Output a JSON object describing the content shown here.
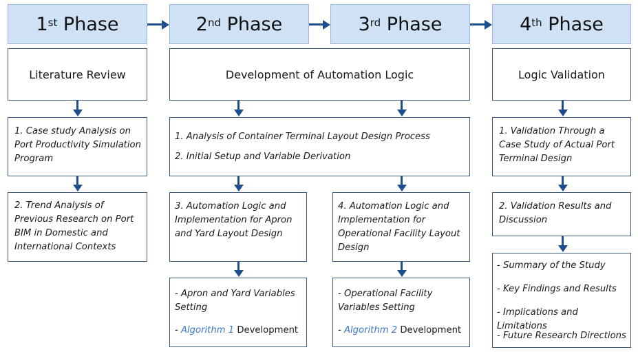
{
  "phases": [
    {
      "num": "1",
      "sup": "st",
      "word": "Phase"
    },
    {
      "num": "2",
      "sup": "nd",
      "word": "Phase"
    },
    {
      "num": "3",
      "sup": "rd",
      "word": "Phase"
    },
    {
      "num": "4",
      "sup": "th",
      "word": "Phase"
    }
  ],
  "headers": {
    "p1": "Literature Review",
    "p23": "Development of Automation Logic",
    "p4": "Logic Validation"
  },
  "p1": {
    "step1": "1. Case study Analysis on Port Productivity Simulation Program",
    "step2": "2. Trend Analysis of Previous Research on Port BIM in Domestic and International Contexts"
  },
  "p23": {
    "step1": "1. Analysis of Container Terminal Layout Design Process",
    "step2": "2. Initial Setup and Variable Derivation",
    "step3": "3. Automation Logic and Implementation for Apron and Yard Layout Design",
    "step4": "4. Automation Logic and Implementation for Operational Facility Layout Design",
    "left_var": "- Apron and Yard Variables Setting",
    "left_dash": "- ",
    "left_alg": "Algorithm 1",
    "left_dev": " Development",
    "right_var": "- Operational Facility Variables Setting",
    "right_dash": "- ",
    "right_alg": "Algorithm 2",
    "right_dev": " Development"
  },
  "p4": {
    "step1": "1. Validation Through a Case Study of Actual Port Terminal Design",
    "step2": "2. Validation Results and Discussion",
    "summary": [
      "- Summary of the Study",
      "- Key Findings and Results",
      "- Implications and Limitations",
      "- Future Research Directions"
    ]
  },
  "colors": {
    "phase_fill": "#cfe1f5",
    "arrow": "#1f4e8c",
    "border": "#3c5a80",
    "algorithm": "#3a78c8"
  }
}
